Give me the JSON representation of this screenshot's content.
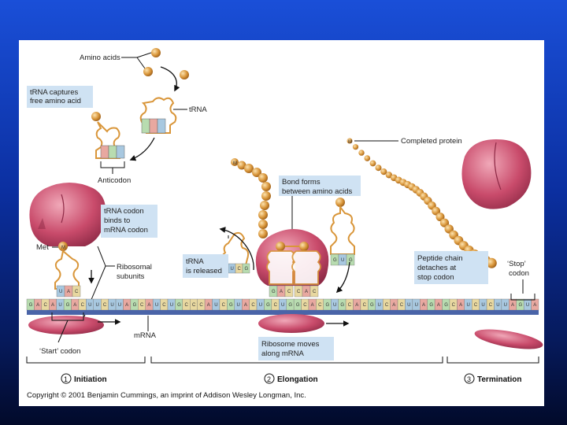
{
  "labels": {
    "amino_acids": "Amino acids",
    "trna_top": "tRNA",
    "trna_captures_1": "tRNA captures",
    "trna_captures_2": "free amino acid",
    "anticodon": "Anticodon",
    "codon_binds_1": "tRNA codon",
    "codon_binds_2": "binds to",
    "codon_binds_3": "mRNA codon",
    "met": "Met",
    "ribosomal_1": "Ribosomal",
    "ribosomal_2": "subunits",
    "start_codon": "‘Start’ codon",
    "mrna": "mRNA",
    "trna_released_1": "tRNA",
    "trna_released_2": "is released",
    "bond_forms_1": "Bond forms",
    "bond_forms_2": "between amino acids",
    "ribosome_moves_1": "Ribosome moves",
    "ribosome_moves_2": "along mRNA",
    "completed_protein": "Completed protein",
    "peptide_1": "Peptide chain",
    "peptide_2": "detaches at",
    "peptide_3": "stop codon",
    "stop_1": "‘Stop’",
    "stop_2": "codon",
    "m": "M"
  },
  "stages": {
    "s1_num": "1",
    "s1": "Initiation",
    "s2_num": "2",
    "s2": "Elongation",
    "s3_num": "3",
    "s3": "Termination"
  },
  "copyright": "Copyright © 2001 Benjamin Cummings, an imprint of Addison Wesley Longman, Inc.",
  "codons": {
    "start_anticodon": [
      "U",
      "A",
      "C"
    ],
    "trna_a": [
      "G",
      "A",
      "C"
    ],
    "trna_b": [
      "C",
      "A",
      "C"
    ],
    "trna_incoming": [
      "G",
      "U",
      "G"
    ],
    "trna_released": [
      "U",
      "C",
      "G"
    ]
  },
  "mrna_sequence": [
    "G",
    "A",
    "C",
    "A",
    "U",
    "G",
    "A",
    "C",
    "U",
    "U",
    "C",
    "U",
    "U",
    "A",
    "G",
    "C",
    "A",
    "U",
    "C",
    "U",
    "G",
    "C",
    "C",
    "C",
    "A",
    "U",
    "C",
    "G",
    "U",
    "A",
    "C",
    "U",
    "G",
    "C",
    "U",
    "G",
    "G",
    "C",
    "A",
    "C",
    "G",
    "U",
    "G",
    "C",
    "A",
    "C",
    "G",
    "U",
    "C",
    "A",
    "C",
    "U",
    "U",
    "A",
    "G",
    "A",
    "G",
    "C",
    "A",
    "U",
    "C",
    "U",
    "C",
    "U",
    "U",
    "A",
    "G",
    "U",
    "A"
  ],
  "colors": {
    "ribosome": "#c94b6b",
    "amino": "#d9963a",
    "label_box": "#cfe2f3",
    "mrna_A": "#e8a8a0",
    "mrna_U": "#a8c8e0",
    "mrna_G": "#b8dcb0",
    "mrna_C": "#e8d8a0"
  }
}
